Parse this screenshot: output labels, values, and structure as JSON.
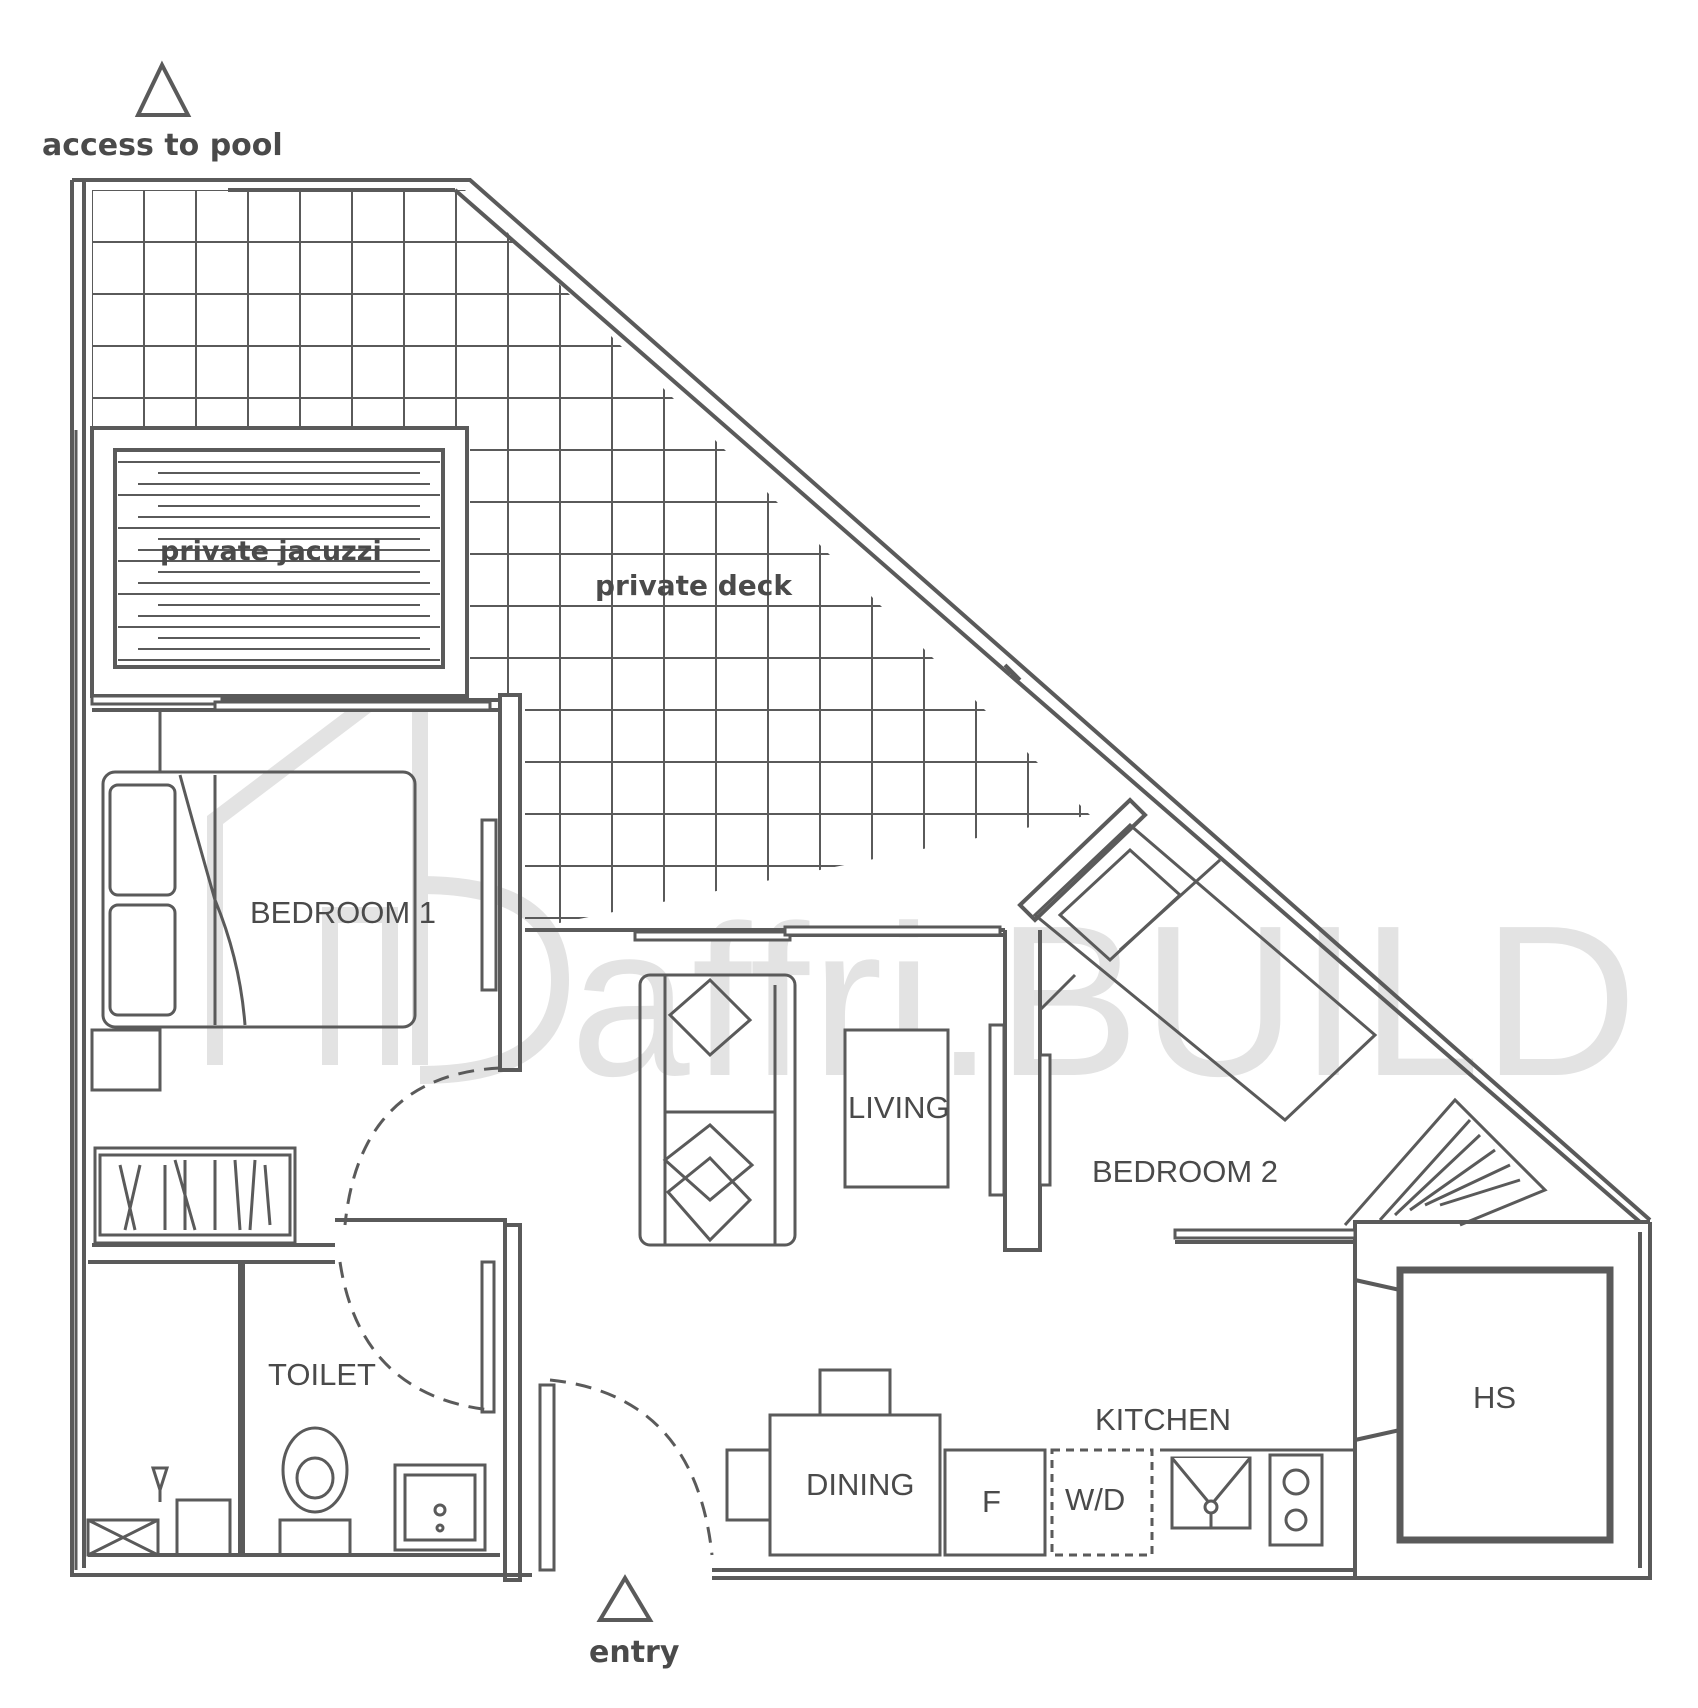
{
  "labels": {
    "access_to_pool": "access  to  pool",
    "private_jacuzzi": "private  jacuzzi",
    "private_deck": "private  deck",
    "bedroom_1": "BEDROOM  1",
    "bedroom_2": "BEDROOM  2",
    "living": "LIVING",
    "toilet": "TOILET",
    "dining": "DINING",
    "kitchen": "KITCHEN",
    "fridge": "F",
    "washer_dryer": "W/D",
    "household_shelter": "HS",
    "entry": "entry"
  },
  "watermark": "affri.BUILD",
  "colors": {
    "line": "#5a5a5a",
    "text": "#4a4a4a",
    "watermark": "#e3e3e3",
    "background": "#ffffff"
  }
}
